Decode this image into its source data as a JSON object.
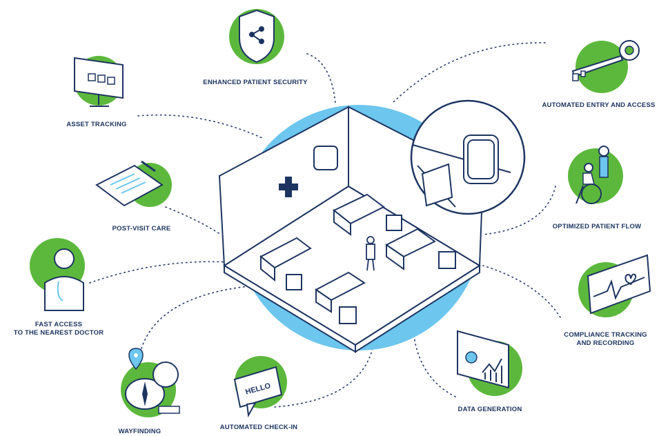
{
  "features": [
    {
      "id": "enhanced-patient-security",
      "label": "ENHANCED PATIENT SECURITY",
      "icon": "shield-network-icon"
    },
    {
      "id": "asset-tracking",
      "label": "ASSET TRACKING",
      "icon": "monitor-boxes-icon"
    },
    {
      "id": "post-visit-care",
      "label": "POST-VISIT CARE",
      "icon": "clipboard-icon"
    },
    {
      "id": "fast-access-doctor",
      "label": "FAST ACCESS\nTO THE NEAREST DOCTOR",
      "icon": "doctor-icon"
    },
    {
      "id": "wayfinding",
      "label": "WAYFINDING",
      "icon": "compass-pin-icon"
    },
    {
      "id": "automated-check-in",
      "label": "AUTOMATED CHECK-IN",
      "icon": "hello-sign-icon"
    },
    {
      "id": "data-generation",
      "label": "DATA GENERATION",
      "icon": "presentation-chart-icon"
    },
    {
      "id": "compliance-tracking",
      "label": "COMPLIANCE TRACKING\nAND RECORDING",
      "icon": "heartbeat-monitor-icon"
    },
    {
      "id": "optimized-patient-flow",
      "label": "OPTIMIZED PATIENT FLOW",
      "icon": "wheelchair-icon"
    },
    {
      "id": "automated-entry-access",
      "label": "AUTOMATED ENTRY AND ACCESS",
      "icon": "key-icon"
    }
  ],
  "colors": {
    "green": "#5cb83c",
    "navy": "#1d3461",
    "lightblue": "#6cc6ee",
    "dots": "#2a3a6a"
  }
}
